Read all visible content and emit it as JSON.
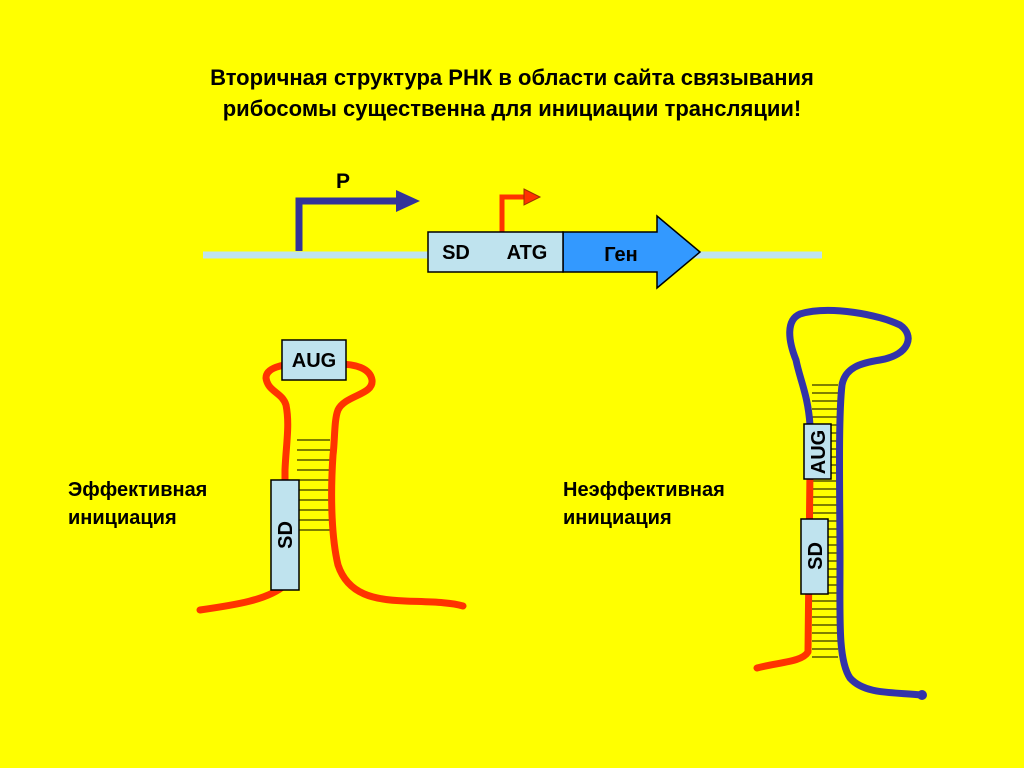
{
  "title": {
    "line1": "Вторичная структура РНК в области сайта связывания",
    "line2": "рибосомы существенна для инициации трансляции!"
  },
  "gene_map": {
    "promoter_label": "P",
    "sd_label": "SD",
    "atg_label": "ATG",
    "gene_label": "Ген"
  },
  "effective": {
    "label_line1": "Эффективная",
    "label_line2": "инициация",
    "aug_label": "AUG",
    "sd_label": "SD"
  },
  "ineffective": {
    "label_line1": "Неэффективная",
    "label_line2": "инициация",
    "aug_label": "AUG",
    "sd_label": "SD"
  },
  "colors": {
    "background": "#ffff00",
    "rna_red": "#ff3300",
    "rna_blue": "#3333aa",
    "box_fill": "#bfe3ee",
    "gene_arrow": "#3399ff",
    "dna_line": "#bfe3ee"
  }
}
